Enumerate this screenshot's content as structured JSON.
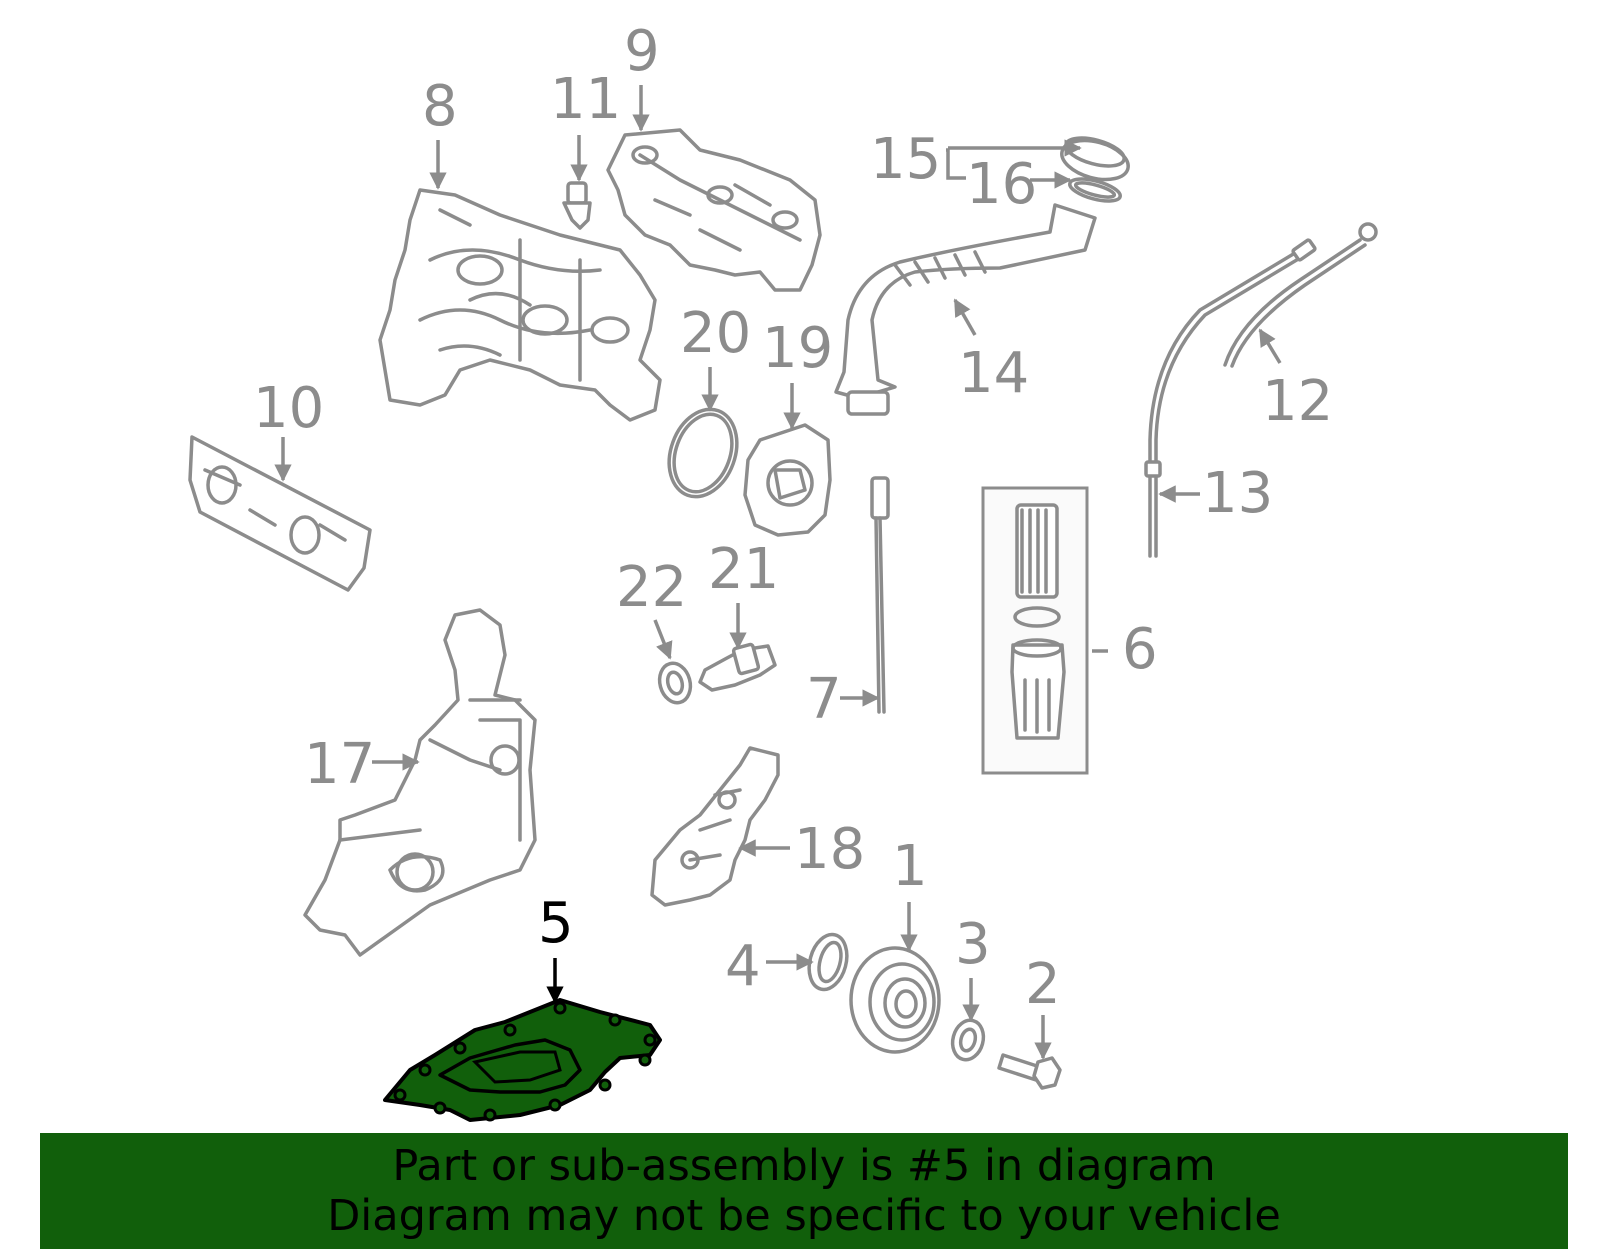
{
  "diagram": {
    "highlighted_part": "5",
    "callouts": [
      "1",
      "2",
      "3",
      "4",
      "5",
      "6",
      "7",
      "8",
      "9",
      "10",
      "11",
      "12",
      "13",
      "14",
      "15",
      "16",
      "17",
      "18",
      "19",
      "20",
      "21",
      "22"
    ],
    "colors": {
      "part_line": "#8c8c8c",
      "highlight_fill": "#115f0b",
      "highlight_text": "#000000"
    }
  },
  "banner": {
    "line1": "Part or sub-assembly is #5 in diagram",
    "line2": "Diagram may not be specific to your vehicle",
    "background": "#115f0b"
  }
}
